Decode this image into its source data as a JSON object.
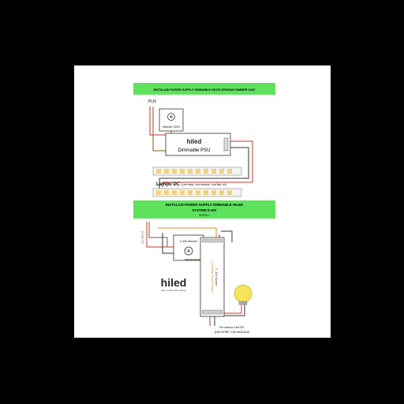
{
  "diagram1": {
    "header": "INSTALASI POWER SUPPLY DIMMABLE HILED DENGAN DIMMER 220V",
    "pln_label": "PLN",
    "dimmer_label": "Dimmer 220V",
    "psu_brand": "hiled",
    "psu_label": "Dimmable PSU",
    "lamp_label": "Lampu DC",
    "lamp_note": "(Led strip, Led module, Led Bar, dll)"
  },
  "diagram2": {
    "header_line1": "INSTALASI POWER SUPPLY DIMMABLE HILED",
    "header_line2": "SYSTEM 0-10V",
    "header_line3": "VERSI 1",
    "supply_label": "AC INPUT",
    "dimmer_label": "0-10V Dimmer",
    "psu_label": "Dimmable Power Supply",
    "psu_sublabel": "0 - 10V System",
    "logo": "hiled",
    "tagline": "High Quality LED Lighting",
    "output_label": "Ke Lampu Led DC",
    "output_note": "(LED STRIP / LED MODULE)"
  },
  "colors": {
    "header_green": "#5ee25e",
    "wire_red": "#c0392b",
    "wire_brown": "#8a5a2b",
    "wire_orange": "#e08a2c",
    "bulb_yellow": "#f6e35a"
  }
}
